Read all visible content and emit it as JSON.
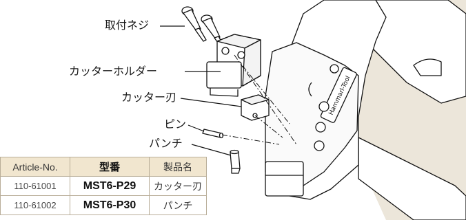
{
  "labels": {
    "screw": "取付ネジ",
    "cutter_holder": "カッターホルダー",
    "cutter_blade": "カッター刃",
    "pin": "ピン",
    "punch": "パンチ"
  },
  "tool_marking": "Hammarl-Tool",
  "table": {
    "headers": [
      "Article-No.",
      "型番",
      "製品名"
    ],
    "rows": [
      {
        "article": "110-61001",
        "model": "MST6-P29",
        "name": "カッター刃"
      },
      {
        "article": "110-61002",
        "model": "MST6-P30",
        "name": "パンチ"
      }
    ]
  },
  "colors": {
    "header_bg": "#f1e6cf",
    "border": "#b8ad98",
    "tool_bg": "#ece6da"
  }
}
